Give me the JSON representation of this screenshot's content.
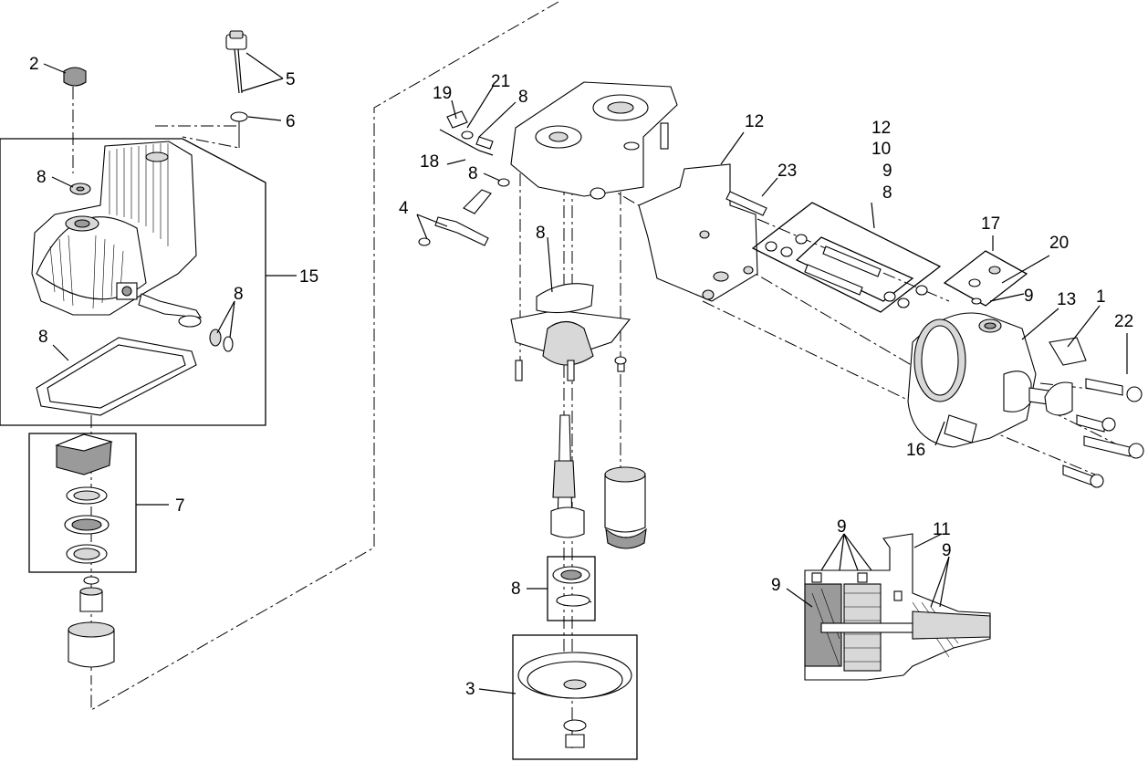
{
  "callouts": {
    "c1": "1",
    "c2": "2",
    "c3": "3",
    "c4": "4",
    "c5": "5",
    "c6": "6",
    "c7": "7",
    "c8a": "8",
    "c8b": "8",
    "c8c": "8",
    "c8d": "8",
    "c8e": "8",
    "c8f": "8",
    "c8g": "8",
    "c8h": "8",
    "c9a": "9",
    "c9b": "9",
    "c9c": "9",
    "c9d": "9",
    "c9e": "9",
    "c10": "10",
    "c11": "11",
    "c12a": "12",
    "c12b": "12",
    "c13": "13",
    "c15": "15",
    "c16": "16",
    "c17": "17",
    "c18": "18",
    "c19": "19",
    "c20": "20",
    "c21": "21",
    "c22": "22",
    "c23": "23"
  }
}
